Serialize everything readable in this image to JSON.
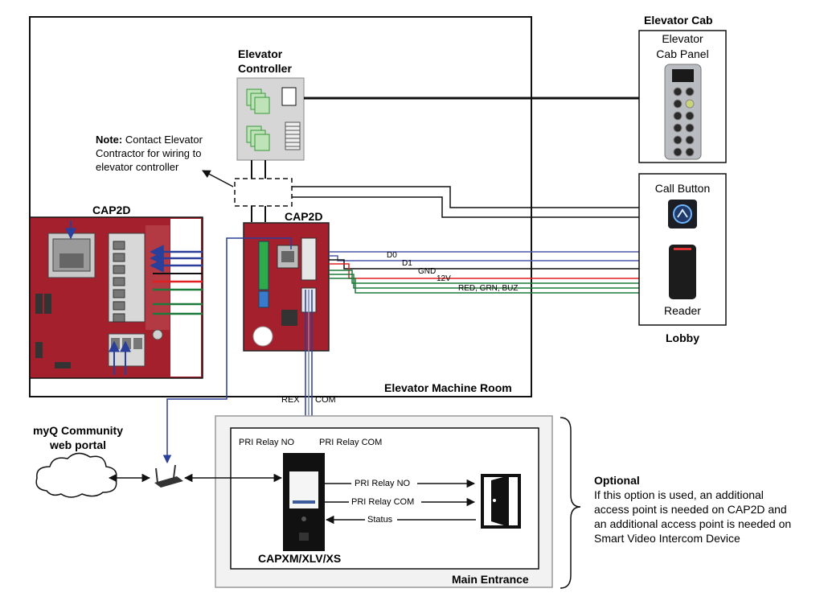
{
  "labels": {
    "elevator_cab": "Elevator Cab",
    "cab_panel_line1": "Elevator",
    "cab_panel_line2": "Cab Panel",
    "controller_line1": "Elevator",
    "controller_line2": "Controller",
    "note_bold": "Note:",
    "note_line1": " Contact Elevator",
    "note_line2": "Contractor for wiring to",
    "note_line3": "elevator controller",
    "cap2d_left": "CAP2D",
    "cap2d_center": "CAP2D",
    "call_button": "Call Button",
    "reader": "Reader",
    "lobby": "Lobby",
    "machine_room": "Elevator Machine Room",
    "rex": "REX",
    "com": "COM",
    "portal_line1": "myQ Community",
    "portal_line2": "web portal",
    "pri_relay_no_top": "PRI Relay NO",
    "pri_relay_com_top": "PRI Relay COM",
    "pri_relay_no": "PRI Relay NO",
    "pri_relay_com": "PRI Relay COM",
    "status": "Status",
    "device": "CAPXM/XLV/XS",
    "main_entrance": "Main Entrance",
    "optional_title": "Optional",
    "optional_line1": "If this option is used, an additional",
    "optional_line2": "access point is needed on CAP2D and",
    "optional_line3": "an additional access point is needed on",
    "optional_line4": "Smart Video Intercom Device"
  },
  "wires": {
    "d0": "D0",
    "d1": "D1",
    "gnd": "GND",
    "v12": "12V",
    "leds": "RED, GRN, BUZ"
  },
  "colors": {
    "wire_blue": "#4a58a8",
    "wire_red": "#e02020",
    "wire_green": "#1e7a3a",
    "board_red": "#a3202c"
  },
  "icons": {
    "cloud": "cloud-icon",
    "router": "router-icon",
    "door": "door-icon",
    "call_button": "elevator-call-button-icon"
  }
}
